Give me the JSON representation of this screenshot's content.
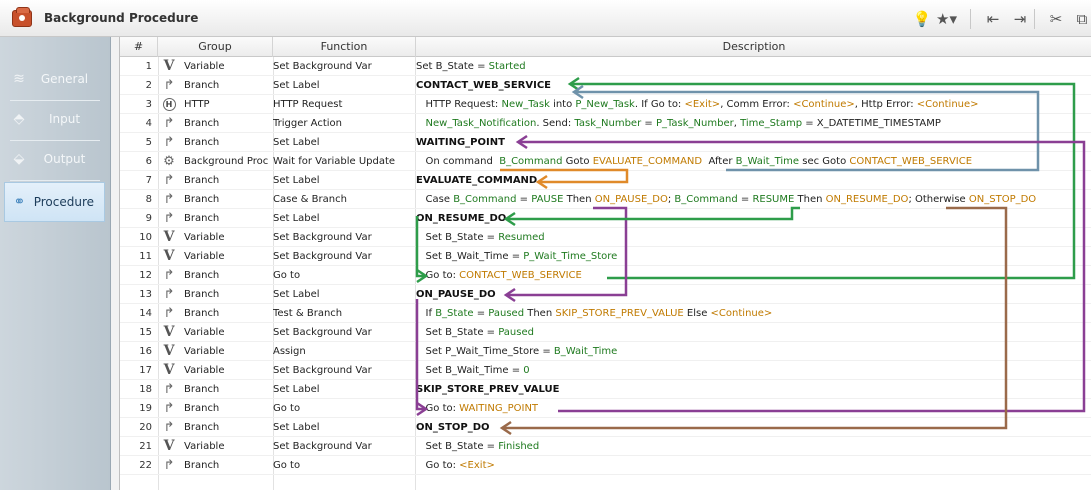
{
  "window": {
    "title": "Background Procedure"
  },
  "toolbar": {
    "buttons": [
      {
        "name": "lightbulb-icon",
        "glyph": "💡"
      },
      {
        "name": "star-icon",
        "glyph": "★▾"
      },
      {
        "name": "outdent-icon",
        "glyph": "⇤"
      },
      {
        "name": "indent-icon",
        "glyph": "⇥"
      },
      {
        "name": "cut-icon",
        "glyph": "✂"
      },
      {
        "name": "copy-icon",
        "glyph": "⧉"
      }
    ]
  },
  "nav": {
    "items": [
      {
        "label": "General",
        "icon": "≋",
        "active": false
      },
      {
        "label": "Input",
        "icon": "⬘",
        "active": false
      },
      {
        "label": "Output",
        "icon": "⬙",
        "active": false
      },
      {
        "label": "Procedure",
        "icon": "⚭",
        "active": true
      }
    ]
  },
  "table": {
    "headers": {
      "num": "#",
      "group": "Group",
      "function": "Function",
      "description": "Description"
    },
    "rows": [
      {
        "num": "1",
        "icon": "V",
        "group": "Variable",
        "function": "Set Background Var",
        "desc": [
          [
            "",
            "Set B_State = "
          ],
          [
            "g",
            "Started"
          ]
        ]
      },
      {
        "num": "2",
        "icon": "B",
        "group": "Branch",
        "function": "Set Label",
        "desc": [
          [
            "lbl",
            "CONTACT_WEB_SERVICE"
          ]
        ]
      },
      {
        "num": "3",
        "icon": "H",
        "group": "HTTP",
        "function": "HTTP Request",
        "desc": [
          [
            "",
            "   HTTP Request: "
          ],
          [
            "g",
            "New_Task"
          ],
          [
            "",
            " into "
          ],
          [
            "g",
            "P_New_Task"
          ],
          [
            "",
            ". If Go to: "
          ],
          [
            "o",
            "<Exit>"
          ],
          [
            "",
            ", Comm Error: "
          ],
          [
            "o",
            "<Continue>"
          ],
          [
            "",
            ", Http Error: "
          ],
          [
            "o",
            "<Continue>"
          ]
        ]
      },
      {
        "num": "4",
        "icon": "B",
        "group": "Branch",
        "function": "Trigger Action",
        "desc": [
          [
            "",
            "   "
          ],
          [
            "g",
            "New_Task_Notification"
          ],
          [
            "",
            ". Send: "
          ],
          [
            "g",
            "Task_Number"
          ],
          [
            "",
            " = "
          ],
          [
            "g",
            "P_Task_Number"
          ],
          [
            "",
            ", "
          ],
          [
            "g",
            "Time_Stamp"
          ],
          [
            "",
            " = X_DATETIME_TIMESTAMP"
          ]
        ]
      },
      {
        "num": "5",
        "icon": "B",
        "group": "Branch",
        "function": "Set Label",
        "desc": [
          [
            "lbl",
            "WAITING_POINT"
          ]
        ]
      },
      {
        "num": "6",
        "icon": "G",
        "group": "Background Proc",
        "function": "Wait for Variable Update",
        "desc": [
          [
            "",
            "   On command  "
          ],
          [
            "g",
            "B_Command"
          ],
          [
            "",
            " Goto "
          ],
          [
            "o",
            "EVALUATE_COMMAND"
          ],
          [
            "",
            "  After "
          ],
          [
            "g",
            "B_Wait_Time"
          ],
          [
            "",
            " sec Goto "
          ],
          [
            "o",
            "CONTACT_WEB_SERVICE"
          ]
        ]
      },
      {
        "num": "7",
        "icon": "B",
        "group": "Branch",
        "function": "Set Label",
        "desc": [
          [
            "lbl",
            "EVALUATE_COMMAND"
          ]
        ]
      },
      {
        "num": "8",
        "icon": "B",
        "group": "Branch",
        "function": "Case & Branch",
        "desc": [
          [
            "",
            "   Case "
          ],
          [
            "g",
            "B_Command"
          ],
          [
            "",
            " = "
          ],
          [
            "g",
            "PAUSE"
          ],
          [
            "",
            " Then "
          ],
          [
            "o",
            "ON_PAUSE_DO"
          ],
          [
            "",
            "; "
          ],
          [
            "g",
            "B_Command"
          ],
          [
            "",
            " = "
          ],
          [
            "g",
            "RESUME"
          ],
          [
            "",
            " Then "
          ],
          [
            "o",
            "ON_RESUME_DO"
          ],
          [
            "",
            "; Otherwise "
          ],
          [
            "o",
            "ON_STOP_DO"
          ]
        ]
      },
      {
        "num": "9",
        "icon": "B",
        "group": "Branch",
        "function": "Set Label",
        "desc": [
          [
            "lbl",
            "ON_RESUME_DO"
          ]
        ]
      },
      {
        "num": "10",
        "icon": "V",
        "group": "Variable",
        "function": "Set Background Var",
        "desc": [
          [
            "",
            "   Set B_State = "
          ],
          [
            "g",
            "Resumed"
          ]
        ]
      },
      {
        "num": "11",
        "icon": "V",
        "group": "Variable",
        "function": "Set Background Var",
        "desc": [
          [
            "",
            "   Set B_Wait_Time = "
          ],
          [
            "g",
            "P_Wait_Time_Store"
          ]
        ]
      },
      {
        "num": "12",
        "icon": "B",
        "group": "Branch",
        "function": "Go to",
        "desc": [
          [
            "",
            "   Go to: "
          ],
          [
            "o",
            "CONTACT_WEB_SERVICE"
          ]
        ]
      },
      {
        "num": "13",
        "icon": "B",
        "group": "Branch",
        "function": "Set Label",
        "desc": [
          [
            "lbl",
            "ON_PAUSE_DO"
          ]
        ]
      },
      {
        "num": "14",
        "icon": "B",
        "group": "Branch",
        "function": "Test & Branch",
        "desc": [
          [
            "",
            "   If "
          ],
          [
            "g",
            "B_State"
          ],
          [
            "",
            " = "
          ],
          [
            "g",
            "Paused"
          ],
          [
            "",
            " Then "
          ],
          [
            "o",
            "SKIP_STORE_PREV_VALUE"
          ],
          [
            "",
            " Else "
          ],
          [
            "o",
            "<Continue>"
          ]
        ]
      },
      {
        "num": "15",
        "icon": "V",
        "group": "Variable",
        "function": "Set Background Var",
        "desc": [
          [
            "",
            "   Set B_State = "
          ],
          [
            "g",
            "Paused"
          ]
        ]
      },
      {
        "num": "16",
        "icon": "V",
        "group": "Variable",
        "function": "Assign",
        "desc": [
          [
            "",
            "   Set P_Wait_Time_Store = "
          ],
          [
            "g",
            "B_Wait_Time"
          ]
        ]
      },
      {
        "num": "17",
        "icon": "V",
        "group": "Variable",
        "function": "Set Background Var",
        "desc": [
          [
            "",
            "   Set B_Wait_Time = "
          ],
          [
            "g",
            "0"
          ]
        ]
      },
      {
        "num": "18",
        "icon": "B",
        "group": "Branch",
        "function": "Set Label",
        "desc": [
          [
            "lbl",
            "SKIP_STORE_PREV_VALUE"
          ]
        ]
      },
      {
        "num": "19",
        "icon": "B",
        "group": "Branch",
        "function": "Go to",
        "desc": [
          [
            "",
            "   Go to: "
          ],
          [
            "o",
            "WAITING_POINT"
          ]
        ]
      },
      {
        "num": "20",
        "icon": "B",
        "group": "Branch",
        "function": "Set Label",
        "desc": [
          [
            "lbl",
            "ON_STOP_DO"
          ]
        ]
      },
      {
        "num": "21",
        "icon": "V",
        "group": "Variable",
        "function": "Set Background Var",
        "desc": [
          [
            "",
            "   Set B_State = "
          ],
          [
            "g",
            "Finished"
          ]
        ]
      },
      {
        "num": "22",
        "icon": "B",
        "group": "Branch",
        "function": "Go to",
        "desc": [
          [
            "",
            "   Go to: "
          ],
          [
            "o",
            "<Exit>"
          ]
        ]
      }
    ]
  },
  "arrow_colors": {
    "green": "#2e9d4a",
    "blue": "#6f92aa",
    "orange": "#e08a2a",
    "purple": "#8a3f94",
    "brown": "#9a6a4a"
  }
}
